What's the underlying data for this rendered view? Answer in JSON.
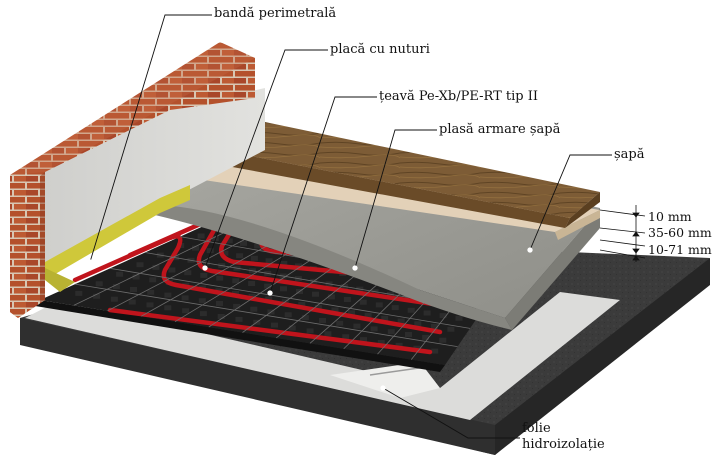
{
  "labels": {
    "perimeter_strip": "bandă perimetrală",
    "nub_plate": "placă cu nuturi",
    "pipe": "țeavă Pe-Xb/PE-RT tip II",
    "screed_mesh": "plasă armare șapă",
    "screed": "șapă",
    "membrane_line1": "folie",
    "membrane_line2": "hidroizolație"
  },
  "dimensions": {
    "finish": "10 mm",
    "screed": "35-60 mm",
    "insulation": "10-71 mm"
  },
  "colors": {
    "concrete": "#3a3a3a",
    "brick": "#b5532f",
    "mortar": "#d9c7b3",
    "insulation_board": "#d3d3d1",
    "screed": "#9c9c96",
    "wood": "#7a5a35",
    "pipe": "#c0141c",
    "nub_plate": "#1c1c1c",
    "yellow_foam": "#cfc83a"
  }
}
